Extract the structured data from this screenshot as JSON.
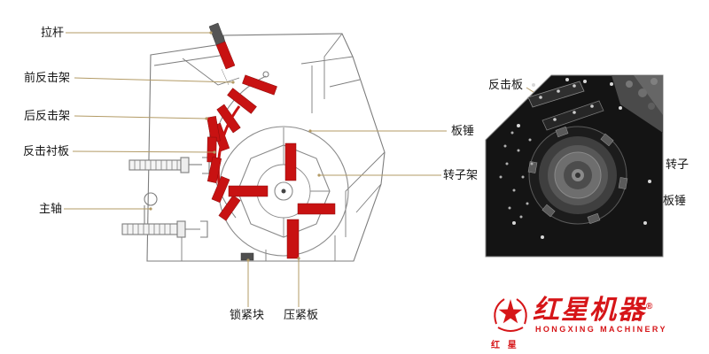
{
  "schematic_labels": [
    {
      "id": "tie-rod",
      "text": "拉杆"
    },
    {
      "id": "front-impact-frame",
      "text": "前反击架"
    },
    {
      "id": "rear-impact-frame",
      "text": "后反击架"
    },
    {
      "id": "impact-liner-plate",
      "text": "反击衬板"
    },
    {
      "id": "main-shaft",
      "text": "主轴"
    },
    {
      "id": "blow-bar",
      "text": "板锤"
    },
    {
      "id": "rotor-frame",
      "text": "转子架"
    },
    {
      "id": "locking-block",
      "text": "锁紧块"
    },
    {
      "id": "pressing-plate",
      "text": "压紧板"
    }
  ],
  "photo_labels": [
    {
      "id": "impact-plate",
      "text": "反击板"
    },
    {
      "id": "rotor",
      "text": "转子"
    },
    {
      "id": "blow-bar",
      "text": "板锤"
    }
  ],
  "logo": {
    "star_icon": "star-in-wreath",
    "star_caption": "红 星",
    "brand_cn": "红星机器",
    "registered_mark": "®",
    "brand_en": "HONGXING MACHINERY"
  },
  "colors": {
    "highlight_red": "#c81212",
    "leader_line": "#b39b66",
    "line_gray": "#7d7d7d",
    "brand_red": "#d61518"
  }
}
